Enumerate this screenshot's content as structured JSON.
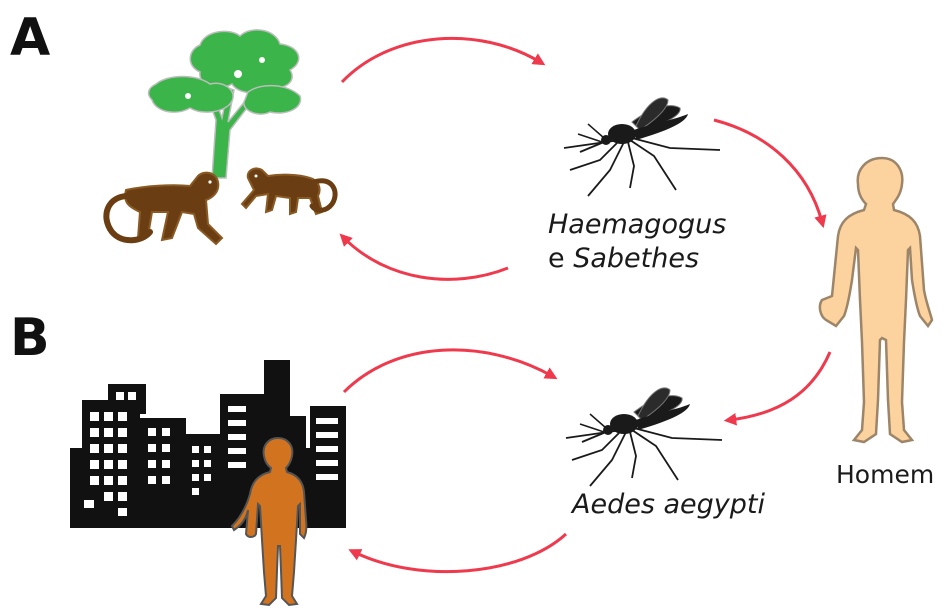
{
  "panels": {
    "a": {
      "label": "A"
    },
    "b": {
      "label": "B"
    }
  },
  "labels": {
    "sylvatic_vector_genus_1": "Haemagogus",
    "sylvatic_vector_conjunction": "e",
    "sylvatic_vector_genus_2": "Sabethes",
    "urban_vector": "Aedes aegypti",
    "human": "Homem"
  },
  "icons": {
    "sylvatic_host": [
      "tree-icon",
      "monkey-icon",
      "monkey-icon"
    ],
    "sylvatic_vector": "mosquito-icon",
    "human": "human-figure-icon",
    "urban_host": [
      "city-skyline-icon",
      "person-icon"
    ],
    "urban_vector": "mosquito-icon",
    "arrows": "curved-arrow-icon"
  },
  "colors": {
    "arrow": "#ee3a4c",
    "tree": "#3bb54a",
    "tree_trunk": "#3bb54a",
    "monkey": "#6b3d12",
    "monkey_light": "#8a5a24",
    "mosquito": "#1a1a1a",
    "human_skin": "#fcd29f",
    "urban_person": "#d2741f",
    "city": "#111111"
  }
}
